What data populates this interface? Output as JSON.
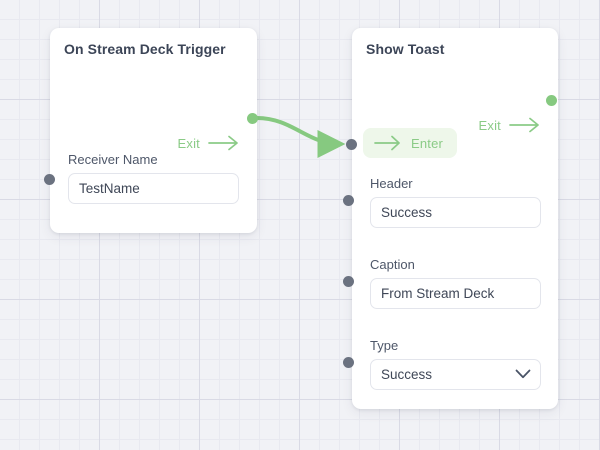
{
  "canvas": {
    "background": "#f1f2f6",
    "grid_minor_color": "#e8e9f0",
    "grid_major_color": "#d9dae5"
  },
  "colors": {
    "accent_green": "#86c980",
    "accent_green_text": "#8bcb87",
    "badge_bg": "#eef7ea",
    "port_in": "#6b7280",
    "title_text": "#3c4557",
    "label_text": "#4e5769",
    "input_text": "#3f4757",
    "input_border": "#e3e5ec"
  },
  "nodes": [
    {
      "id": "on-stream-deck-trigger",
      "title": "On Stream Deck Trigger",
      "exit": {
        "label": "Exit",
        "icon": "arrow-right-icon"
      },
      "fields": [
        {
          "label": "Receiver Name",
          "value": "TestName",
          "type": "text"
        }
      ]
    },
    {
      "id": "show-toast",
      "title": "Show Toast",
      "exit": {
        "label": "Exit",
        "icon": "arrow-right-icon"
      },
      "enter": {
        "label": "Enter",
        "icon": "arrow-right-icon"
      },
      "fields": [
        {
          "label": "Header",
          "value": "Success",
          "type": "text"
        },
        {
          "label": "Caption",
          "value": "From Stream Deck",
          "type": "text"
        },
        {
          "label": "Type",
          "value": "Success",
          "type": "select"
        }
      ]
    }
  ],
  "edges": [
    {
      "from": "on-stream-deck-trigger.exit",
      "to": "show-toast.enter"
    }
  ]
}
